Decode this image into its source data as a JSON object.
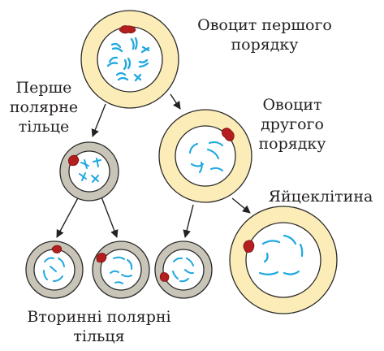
{
  "labels": {
    "primary_oocyte": [
      "Овоцит першого",
      "порядку"
    ],
    "first_polar_body": [
      "Перше",
      "полярне",
      "тільце"
    ],
    "secondary_oocyte": [
      "Овоцит",
      "другого",
      "порядку"
    ],
    "egg_cell": "Яйцеклітина",
    "secondary_polar_bodies": [
      "Вторинні полярні",
      "тільця"
    ]
  },
  "colors": {
    "zona_large": "#fcedb8",
    "zona_small": "#c8c5b8",
    "outline": "#2a2a2a",
    "chromosome": "#1ea8e0",
    "granule": "#b41e1e",
    "arrow": "#222222",
    "text": "#231f20"
  }
}
